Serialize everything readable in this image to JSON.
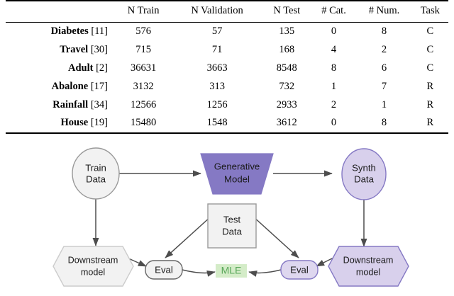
{
  "table": {
    "headers": [
      "",
      "N Train",
      "N Validation",
      "N Test",
      "# Cat.",
      "# Num.",
      "Task"
    ],
    "rows": [
      {
        "name": "Diabetes",
        "ref": "[11]",
        "n_train": "576",
        "n_val": "57",
        "n_test": "135",
        "n_cat": "0",
        "n_num": "8",
        "task": "C"
      },
      {
        "name": "Travel",
        "ref": "[30]",
        "n_train": "715",
        "n_val": "71",
        "n_test": "168",
        "n_cat": "4",
        "n_num": "2",
        "task": "C"
      },
      {
        "name": "Adult",
        "ref": "[2]",
        "n_train": "36631",
        "n_val": "3663",
        "n_test": "8548",
        "n_cat": "8",
        "n_num": "6",
        "task": "C"
      },
      {
        "name": "Abalone",
        "ref": "[17]",
        "n_train": "3132",
        "n_val": "313",
        "n_test": "732",
        "n_cat": "1",
        "n_num": "7",
        "task": "R"
      },
      {
        "name": "Rainfall",
        "ref": "[34]",
        "n_train": "12566",
        "n_val": "1256",
        "n_test": "2933",
        "n_cat": "2",
        "n_num": "1",
        "task": "R"
      },
      {
        "name": "House",
        "ref": "[19]",
        "n_train": "15480",
        "n_val": "1548",
        "n_test": "3612",
        "n_cat": "0",
        "n_num": "8",
        "task": "R"
      }
    ]
  },
  "diagram": {
    "nodes": {
      "train_data": {
        "line1": "Train",
        "line2": "Data",
        "shape": "ellipse",
        "fill": "#f2f2f2",
        "stroke": "#999999"
      },
      "generative_model": {
        "line1": "Generative",
        "line2": "Model",
        "shape": "trapezoid",
        "fill": "#8579c4",
        "stroke": "#8579c4"
      },
      "synth_data": {
        "line1": "Synth",
        "line2": "Data",
        "shape": "ellipse",
        "fill": "#d8d0ec",
        "stroke": "#8579c4"
      },
      "test_data": {
        "line1": "Test",
        "line2": "Data",
        "shape": "rect",
        "fill": "#f2f2f2",
        "stroke": "#999999"
      },
      "downstream_left": {
        "line1": "Downstream",
        "line2": "model",
        "shape": "hexagon",
        "fill": "#f2f2f2",
        "stroke": "#cccccc"
      },
      "downstream_right": {
        "line1": "Downstream",
        "line2": "model",
        "shape": "hexagon",
        "fill": "#d8d0ec",
        "stroke": "#8579c4"
      },
      "eval_left": {
        "label": "Eval",
        "shape": "rounded-rect",
        "fill": "#f2f2f2",
        "stroke": "#666666"
      },
      "eval_right": {
        "label": "Eval",
        "shape": "rounded-rect",
        "fill": "#ded7ef",
        "stroke": "#8579c4"
      },
      "mle": {
        "label": "MLE",
        "fill": "#d4ecc8",
        "text_color": "#5aa85a"
      }
    },
    "edges": [
      {
        "from": "train_data",
        "to": "generative_model"
      },
      {
        "from": "generative_model",
        "to": "synth_data"
      },
      {
        "from": "train_data",
        "to": "downstream_left"
      },
      {
        "from": "synth_data",
        "to": "downstream_right"
      },
      {
        "from": "test_data",
        "to": "eval_left"
      },
      {
        "from": "test_data",
        "to": "eval_right"
      },
      {
        "from": "downstream_left",
        "to": "eval_left"
      },
      {
        "from": "downstream_right",
        "to": "eval_right"
      },
      {
        "from": "eval_left",
        "to": "mle"
      },
      {
        "from": "eval_right",
        "to": "mle"
      }
    ],
    "arrow_color": "#4d4d4d"
  }
}
